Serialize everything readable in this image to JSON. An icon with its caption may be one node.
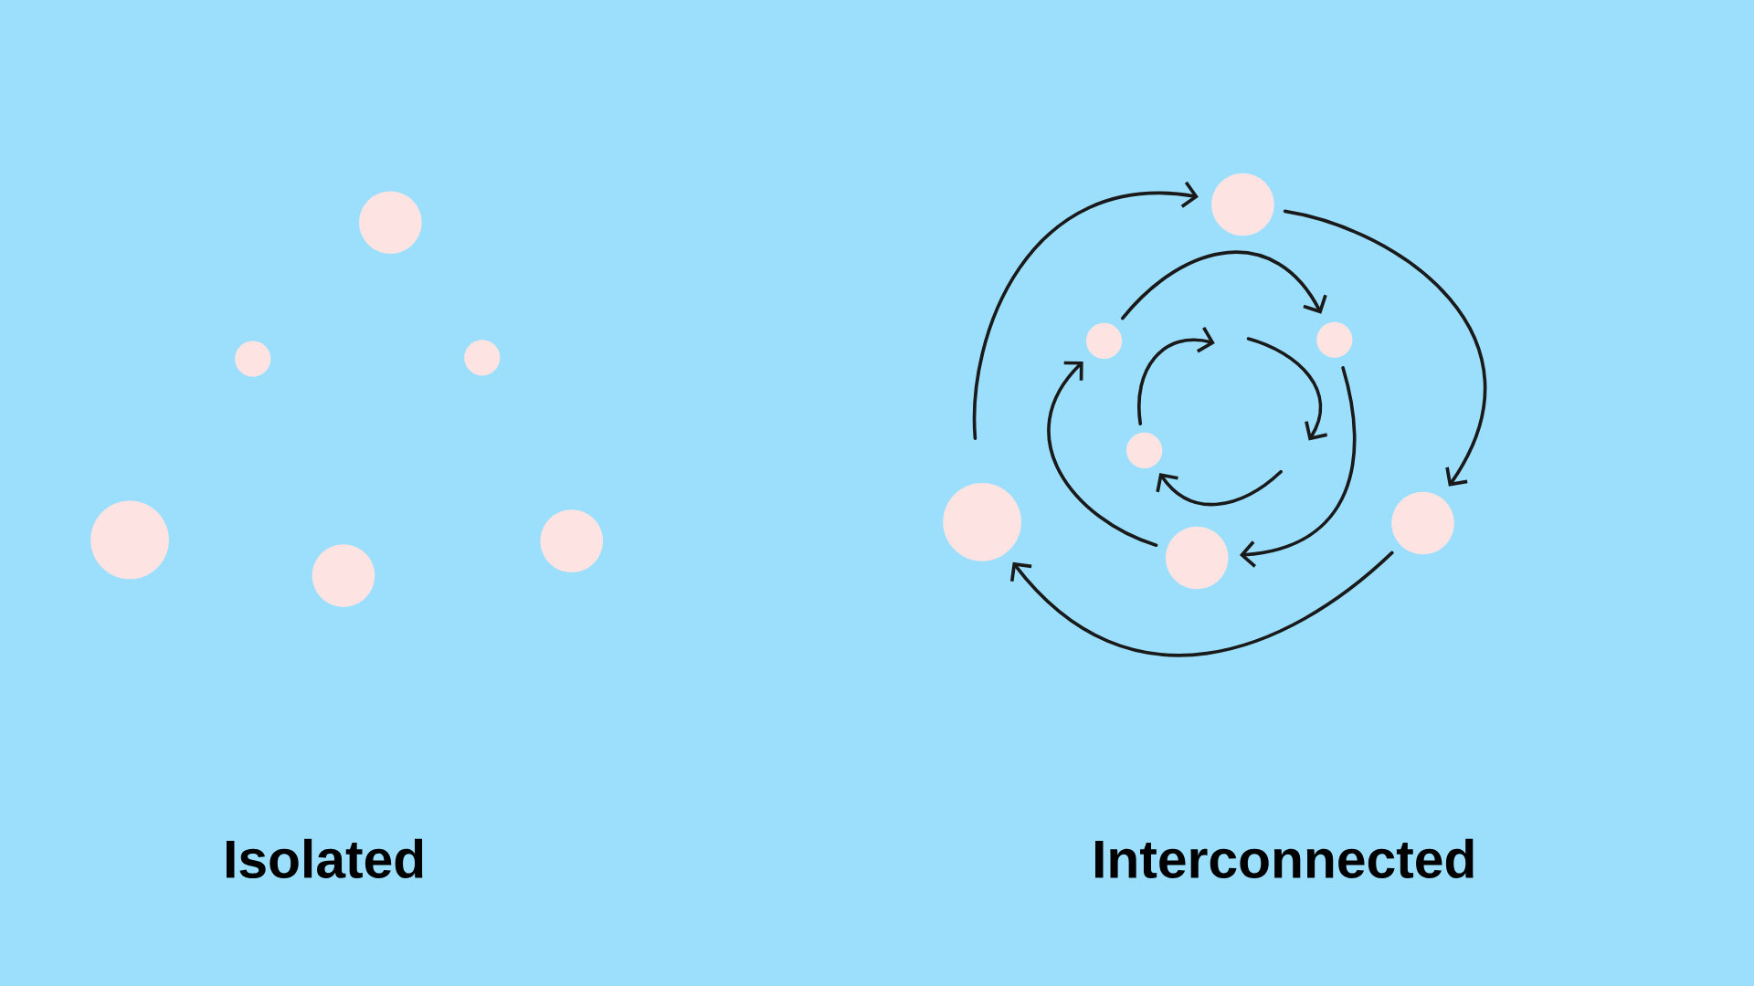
{
  "diagram": {
    "nodes": [
      {
        "text": [],
        "shape": "circle"
      },
      {
        "text": [],
        "shape": "circle"
      },
      {
        "text": [],
        "shape": "circle"
      },
      {
        "text": [],
        "shape": "circle"
      },
      {
        "text": [],
        "shape": "circle"
      },
      {
        "text": [],
        "shape": "circle"
      },
      {
        "text": [],
        "shape": "circle"
      },
      {
        "text": [],
        "shape": "circle"
      },
      {
        "text": [],
        "shape": "circle"
      },
      {
        "text": [],
        "shape": "circle"
      },
      {
        "text": [],
        "shape": "circle"
      },
      {
        "text": [],
        "shape": "circle"
      },
      {
        "text": [],
        "shape": "circle"
      }
    ],
    "edges": [
      {
        "from": 10,
        "to": 6,
        "arrow": "to"
      },
      {
        "from": 6,
        "to": 12,
        "arrow": "to"
      },
      {
        "from": 12,
        "to": 10,
        "arrow": "to"
      },
      {
        "from": 7,
        "to": 8,
        "arrow": "to"
      },
      {
        "from": 8,
        "to": 11,
        "arrow": "to"
      },
      {
        "from": 11,
        "to": 7,
        "arrow": "to"
      },
      {
        "from": 9,
        "to": null,
        "arrow": "to"
      },
      {
        "from": null,
        "to": 9,
        "arrow": "to"
      }
    ],
    "labels": [
      "Isolated",
      "Interconnected"
    ]
  }
}
